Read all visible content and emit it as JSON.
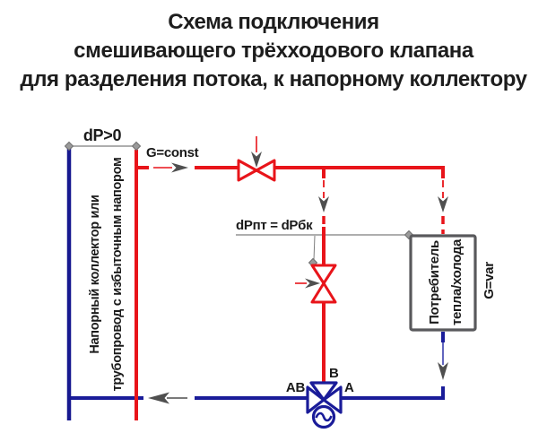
{
  "title": {
    "line1": "Схема подключения",
    "line2": "смешивающего трёхходового клапана",
    "line3": "для разделения потока, к напорному коллектору"
  },
  "labels": {
    "dp_manifold": "dP>0",
    "g_const": "G=const",
    "dp_equation": "dPпт = dPбк",
    "manifold_line1": "Напорный коллектор или",
    "manifold_line2": "трубопровод с избыточным напором",
    "consumer_line1": "Потребитель",
    "consumer_line2": "тепла/холода",
    "g_var": "G=var",
    "port_ab": "AB",
    "port_b": "B",
    "port_a": "A"
  },
  "colors": {
    "supply_red": "#e8141a",
    "return_blue": "#1a1c99",
    "measure_gray": "#7d7d7d",
    "arrow_dark": "#4f4f4f",
    "box_border": "#59595c",
    "text_black": "#1a1a1a"
  }
}
